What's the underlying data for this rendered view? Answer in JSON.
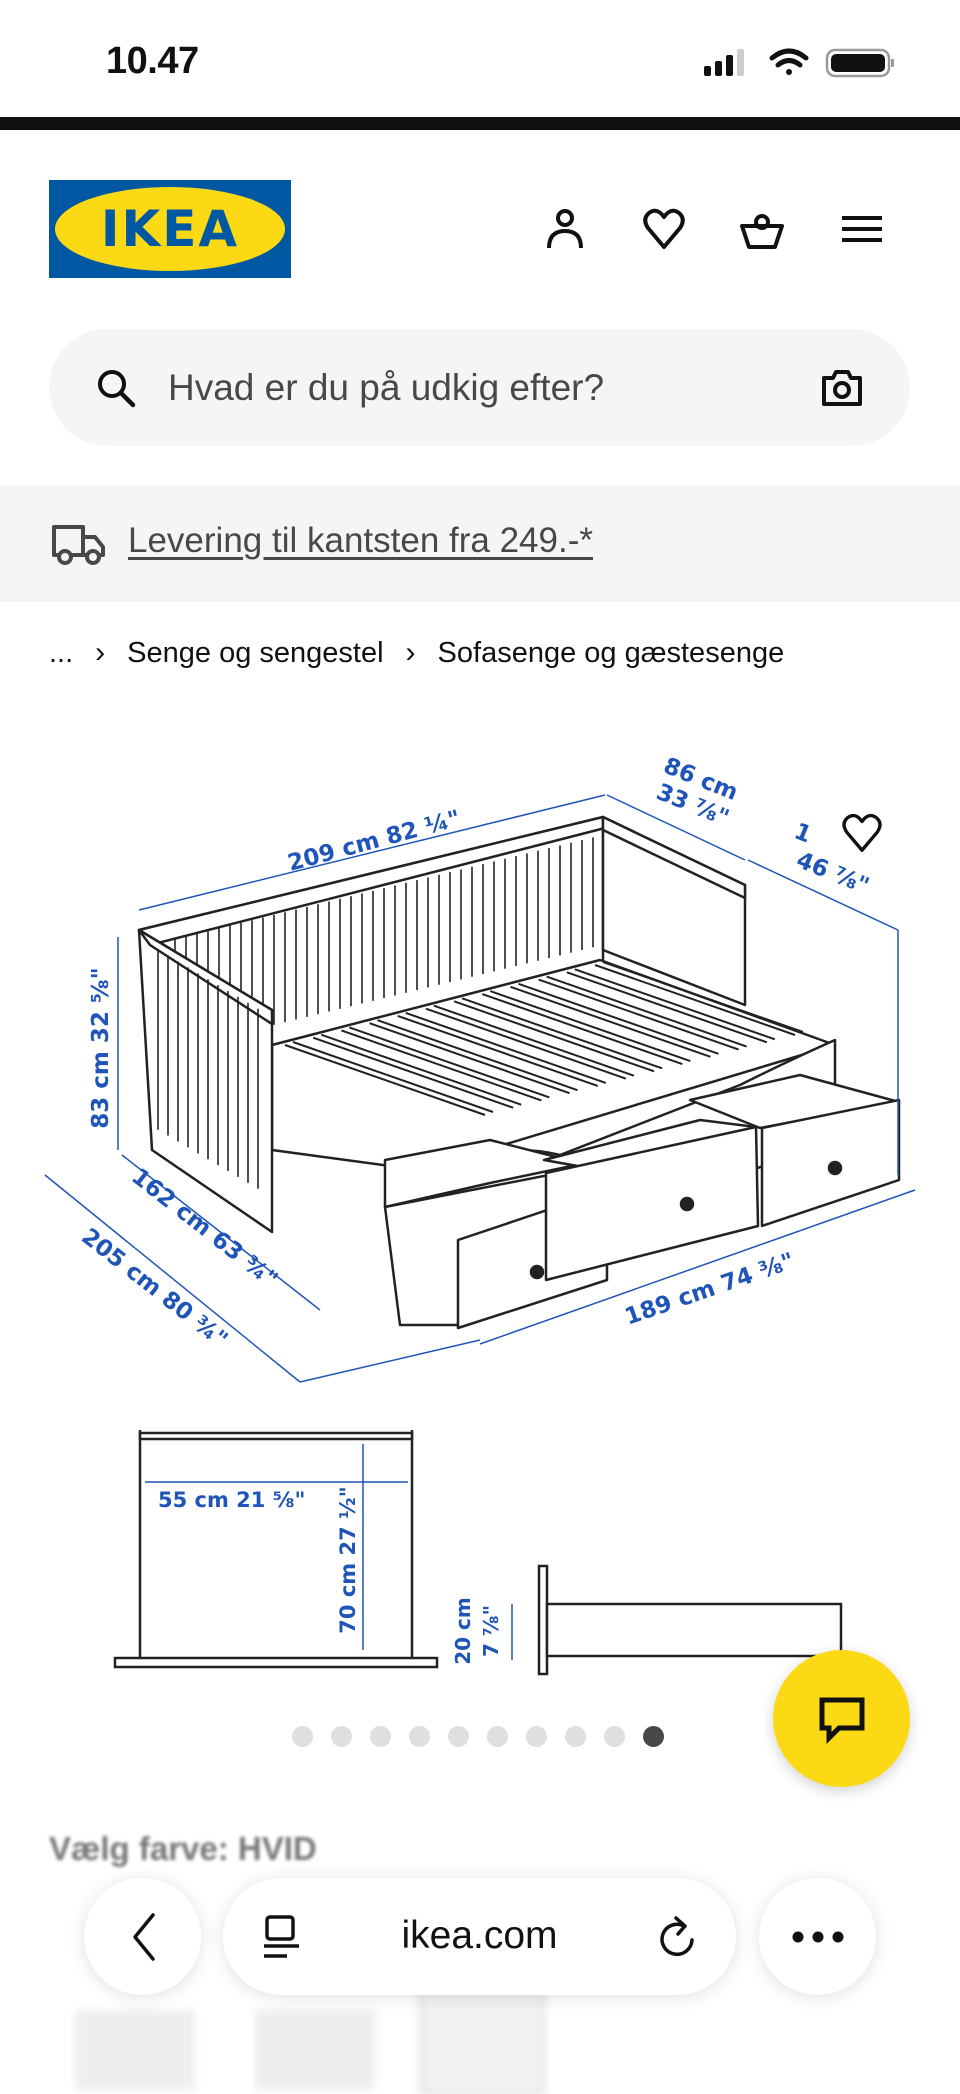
{
  "status_bar": {
    "time": "10.47",
    "icons": [
      "signal-icon",
      "wifi-icon",
      "battery-icon"
    ]
  },
  "header": {
    "logo_text": "IKEA",
    "icons": [
      "user-icon",
      "heart-icon",
      "basket-icon",
      "menu-icon"
    ],
    "brand_colors": {
      "blue": "#0058a3",
      "yellow": "#fbd914"
    }
  },
  "search": {
    "placeholder": "Hvad er du på udkig efter?",
    "value": ""
  },
  "delivery": {
    "text": "Levering til kantsten fra 249.-*"
  },
  "breadcrumb": {
    "ellipsis": "...",
    "items": [
      "Senge og sengestel",
      "Sofasenge og gæstesenge"
    ]
  },
  "product_image": {
    "dimensions": {
      "length_back": "209 cm 82 ¼\"",
      "depth_arm_cm": "86 cm",
      "depth_arm_in": "33 ⅞\"",
      "depth_extended_cm": "1",
      "depth_extended_in": "46 ⅞\"",
      "height": "83 cm 32 ⅝\"",
      "width_closed": "162 cm 63 ¾\"",
      "width_open": "205 cm 80 ¾\"",
      "length_front": "189 cm 74 ⅜\"",
      "drawer_width": "55 cm 21 ⅝\"",
      "drawer_depth": "70 cm 27 ½\"",
      "drawer_height_cm": "20 cm",
      "drawer_height_in": "7 ⅞\""
    },
    "dimension_color": "#1f55b8"
  },
  "carousel": {
    "count": 10,
    "active_index": 9
  },
  "background_section": {
    "title": "Vælg farve: HVID"
  },
  "browser_bar": {
    "url": "ikea.com",
    "icons": [
      "back-icon",
      "tabs-icon",
      "reload-icon",
      "more-icon"
    ]
  },
  "chat_button_color": "#fbd914"
}
